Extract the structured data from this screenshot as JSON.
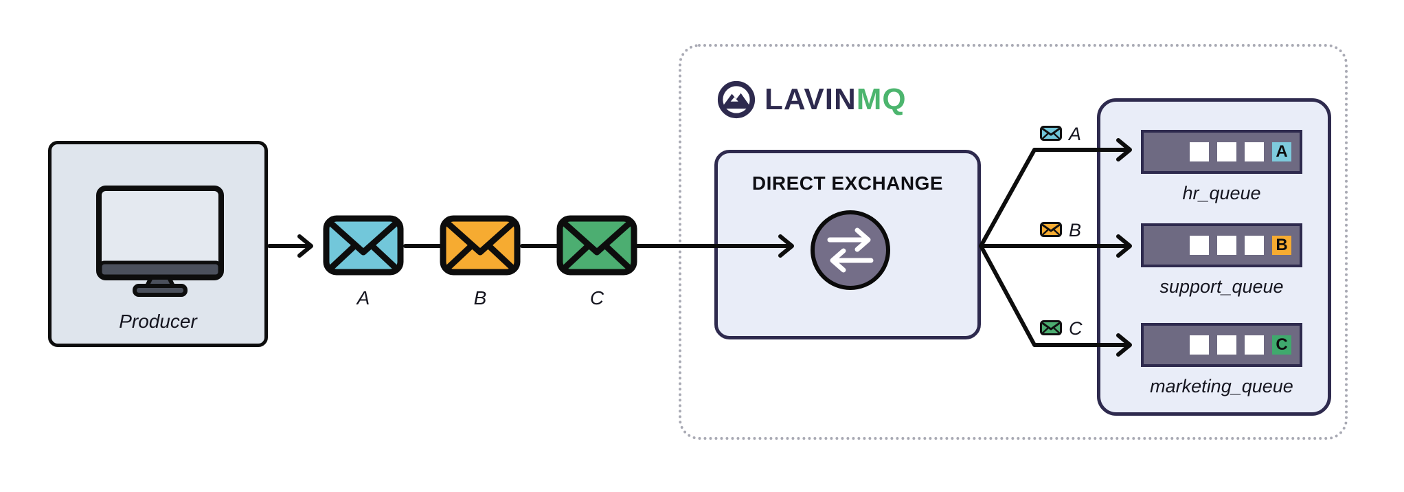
{
  "producer": {
    "label": "Producer",
    "icon": "desktop-monitor-icon",
    "box_color": "#dfe5ed"
  },
  "messages": [
    {
      "label": "A",
      "color": "#72c7da"
    },
    {
      "label": "B",
      "color": "#f6ab31"
    },
    {
      "label": "C",
      "color": "#4cae71"
    }
  ],
  "broker": {
    "logo": {
      "name": "LavinMQ",
      "primary": "LAVIN",
      "secondary": "MQ",
      "primary_color": "#2e2a4e",
      "secondary_color": "#4cb56e",
      "icon": "mountain-circle-icon"
    },
    "boundary_style": "dotted",
    "exchange": {
      "title": "DIRECT EXCHANGE",
      "icon": "swap-arrows-icon",
      "box_color": "#e9edf8",
      "border_color": "#2e2a4e",
      "circle_color": "#746e88"
    }
  },
  "bindings": [
    {
      "routing_key": "A",
      "message_color": "#72c7da",
      "target_queue": "hr_queue"
    },
    {
      "routing_key": "B",
      "message_color": "#f6ab31",
      "target_queue": "support_queue"
    },
    {
      "routing_key": "C",
      "message_color": "#4cae71",
      "target_queue": "marketing_queue"
    }
  ],
  "queues": [
    {
      "name": "hr_queue",
      "badge": "A",
      "badge_color": "#7ecbdd",
      "empty_slots": 3
    },
    {
      "name": "support_queue",
      "badge": "B",
      "badge_color": "#f6ab31",
      "empty_slots": 3
    },
    {
      "name": "marketing_queue",
      "badge": "C",
      "badge_color": "#3fa96d",
      "empty_slots": 3
    }
  ]
}
